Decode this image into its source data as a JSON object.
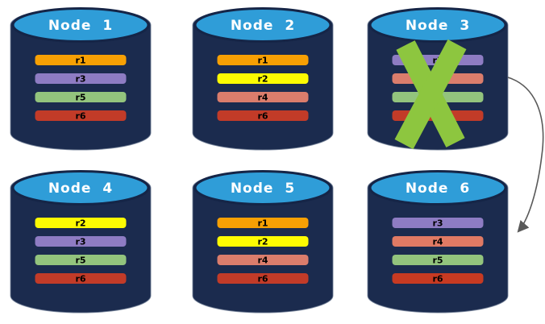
{
  "colors": {
    "cylinder_body": "#1B2B4E",
    "cylinder_outline": "#707E95",
    "cylinder_top": "#2F9DD8",
    "cylinder_top_ring": "#152547",
    "node_title_text": "#FFFFFF",
    "bar_label_text": "#000000",
    "failure_x": "#8DC63F",
    "arrow": "#595959"
  },
  "nodes": [
    {
      "id": "node-1",
      "label": "Node 1",
      "failed": false,
      "replicas": [
        {
          "label": "r1",
          "color": "#F7A004"
        },
        {
          "label": "r3",
          "color": "#8E7CC3"
        },
        {
          "label": "r5",
          "color": "#93C47D"
        },
        {
          "label": "r6",
          "color": "#C23B28"
        }
      ]
    },
    {
      "id": "node-2",
      "label": "Node 2",
      "failed": false,
      "replicas": [
        {
          "label": "r1",
          "color": "#F7A004"
        },
        {
          "label": "r2",
          "color": "#FDFB02"
        },
        {
          "label": "r4",
          "color": "#DB7D6C"
        },
        {
          "label": "r6",
          "color": "#C23B28"
        }
      ]
    },
    {
      "id": "node-3",
      "label": "Node 3",
      "failed": true,
      "replicas": [
        {
          "label": "r3",
          "color": "#8E7CC3"
        },
        {
          "label": "",
          "color": "#DB7D6C"
        },
        {
          "label": "",
          "color": "#93C47D"
        },
        {
          "label": "",
          "color": "#C23B28"
        }
      ]
    },
    {
      "id": "node-4",
      "label": "Node 4",
      "failed": false,
      "replicas": [
        {
          "label": "r2",
          "color": "#FDFB02"
        },
        {
          "label": "r3",
          "color": "#8E7CC3"
        },
        {
          "label": "r5",
          "color": "#93C47D"
        },
        {
          "label": "r6",
          "color": "#C23B28"
        }
      ]
    },
    {
      "id": "node-5",
      "label": "Node 5",
      "failed": false,
      "replicas": [
        {
          "label": "r1",
          "color": "#F7A004"
        },
        {
          "label": "r2",
          "color": "#FDFB02"
        },
        {
          "label": "r4",
          "color": "#DB7D6C"
        },
        {
          "label": "r6",
          "color": "#C23B28"
        }
      ]
    },
    {
      "id": "node-6",
      "label": "Node 6",
      "failed": false,
      "replicas": [
        {
          "label": "r3",
          "color": "#8E7CC3"
        },
        {
          "label": "r4",
          "color": "#E07A64"
        },
        {
          "label": "r5",
          "color": "#93C47D"
        },
        {
          "label": "r6",
          "color": "#C73A22"
        }
      ]
    }
  ],
  "arrow": {
    "from_node": "Node 3",
    "to_node": "Node 6"
  }
}
